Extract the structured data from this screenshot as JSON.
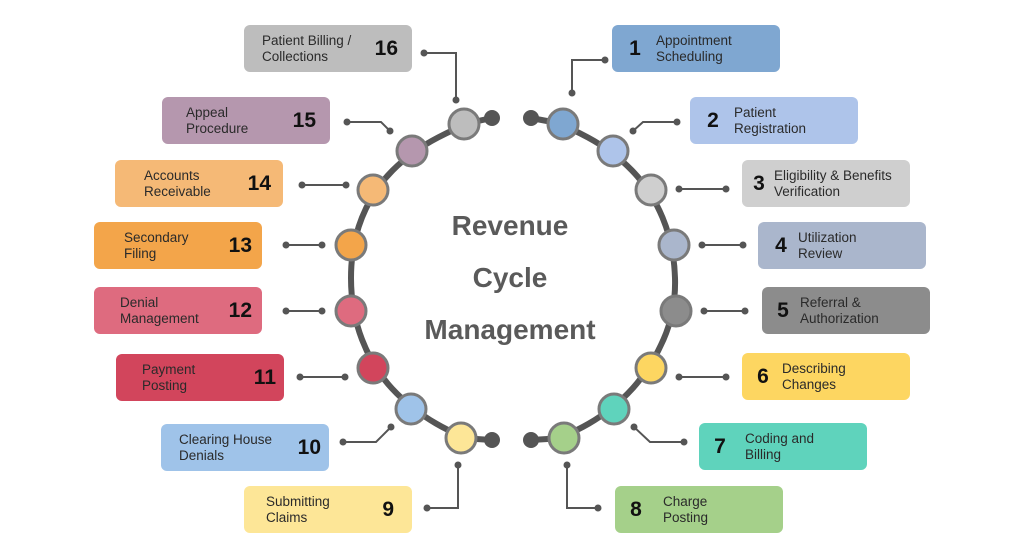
{
  "title": {
    "line1": "Revenue",
    "line2": "Cycle",
    "line3": "Management"
  },
  "colors": {
    "ring": "#555555",
    "node_stroke": "#7a7a7a",
    "connector": "#555555",
    "title": "#5a5a5a"
  },
  "steps": [
    {
      "num": "1",
      "label1": "Appointment",
      "label2": "Scheduling",
      "color": "#7fa7d1"
    },
    {
      "num": "2",
      "label1": "Patient",
      "label2": "Registration",
      "color": "#aec4ea"
    },
    {
      "num": "3",
      "label1": "Eligibility & Benefits",
      "label2": "Verification",
      "color": "#cfcfcf"
    },
    {
      "num": "4",
      "label1": "Utilization",
      "label2": "Review",
      "color": "#aab6cc"
    },
    {
      "num": "5",
      "label1": "Referral &",
      "label2": "Authorization",
      "color": "#8c8c8c"
    },
    {
      "num": "6",
      "label1": "Describing",
      "label2": "Changes",
      "color": "#fdd661"
    },
    {
      "num": "7",
      "label1": "Coding and",
      "label2": "Billing",
      "color": "#5fd3bc"
    },
    {
      "num": "8",
      "label1": "Charge",
      "label2": "Posting",
      "color": "#a5d08a"
    },
    {
      "num": "9",
      "label1": "Submitting",
      "label2": "Claims",
      "color": "#fde697"
    },
    {
      "num": "10",
      "label1": "Clearing House",
      "label2": "Denials",
      "color": "#9fc3e9"
    },
    {
      "num": "11",
      "label1": "Payment",
      "label2": "Posting",
      "color": "#d2455c"
    },
    {
      "num": "12",
      "label1": "Denial",
      "label2": "Management",
      "color": "#de6b7f"
    },
    {
      "num": "13",
      "label1": "Secondary",
      "label2": "Filing",
      "color": "#f3a54a"
    },
    {
      "num": "14",
      "label1": "Accounts",
      "label2": "Receivable",
      "color": "#f5b976"
    },
    {
      "num": "15",
      "label1": "Appeal",
      "label2": "Procedure",
      "color": "#b597ae"
    },
    {
      "num": "16",
      "label1": "Patient Billing /",
      "label2": "Collections",
      "color": "#bdbdbd"
    }
  ]
}
